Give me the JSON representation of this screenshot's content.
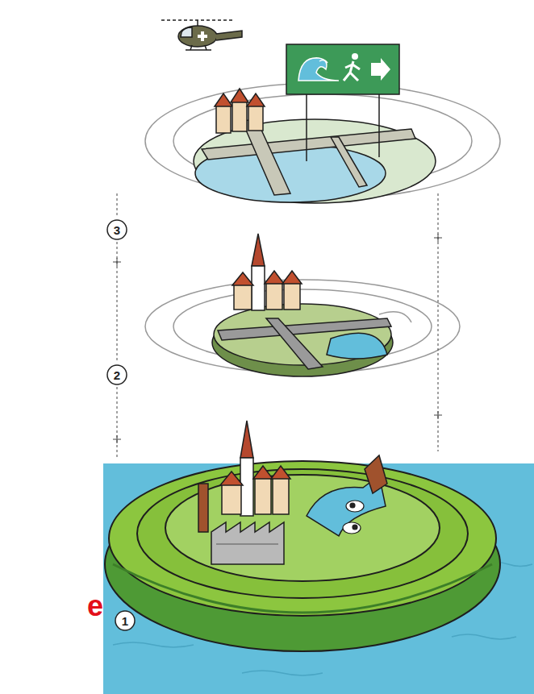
{
  "diagram": {
    "labels": [
      "3",
      "2",
      "1",
      "e"
    ]
  }
}
